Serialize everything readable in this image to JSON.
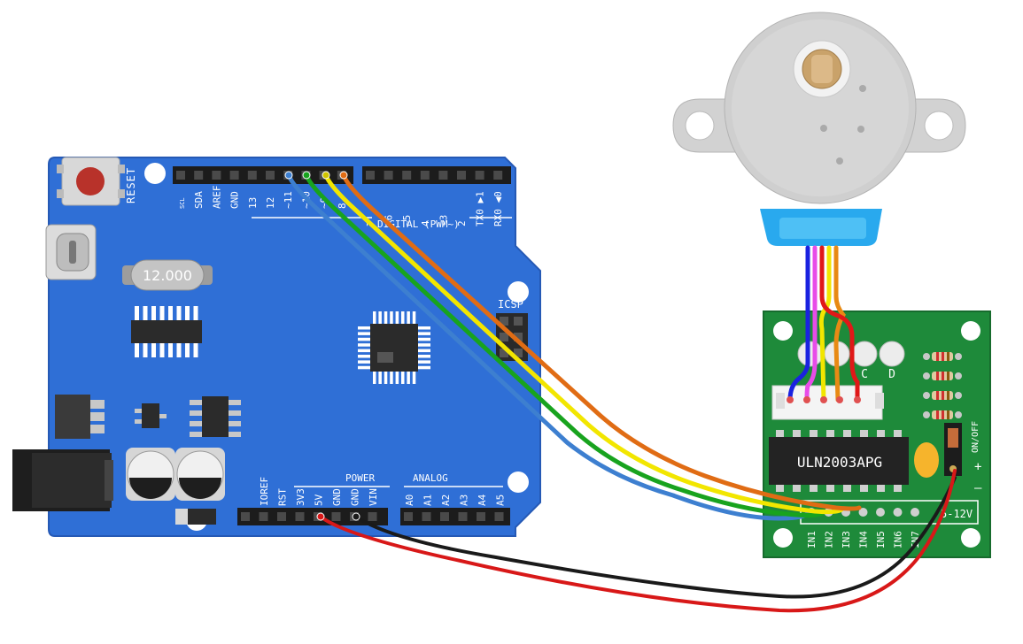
{
  "arduino": {
    "reset_label": "RESET",
    "crystal_label": "12.000",
    "icsp_label": "ICSP",
    "header_top_left": [
      "SCL",
      "SDA",
      "AREF",
      "GND",
      "13",
      "12",
      "~11",
      "~10",
      "~9",
      "8"
    ],
    "header_top_right": [
      "7",
      "~6",
      "~5",
      "4",
      "~3",
      "2",
      "TX0 ▶1",
      "RX0 ◀0"
    ],
    "digital_label": "DIGITAL (PWM~)",
    "power_label": "POWER",
    "power_pins": [
      "IOREF",
      "RST",
      "3V3",
      "5V",
      "GND",
      "GND",
      "VIN"
    ],
    "analog_label": "ANALOG",
    "analog_pins": [
      "A0",
      "A1",
      "A2",
      "A3",
      "A4",
      "A5"
    ]
  },
  "driver": {
    "chip_label": "ULN2003APG",
    "led_labels": [
      "C",
      "D"
    ],
    "input_labels": [
      "IN1",
      "IN2",
      "IN3",
      "IN4",
      "IN5",
      "IN6",
      "IN7"
    ],
    "voltage_label": "5-12V",
    "switch_label": "ON/OFF",
    "plus_label": "+",
    "minus_label": "–"
  },
  "colors": {
    "board_blue": "#2f6fd6",
    "driver_green": "#1e8a3a",
    "wire_blue": "#3d7fd0",
    "wire_green": "#18a31e",
    "wire_yellow": "#f2e600",
    "wire_orange": "#e06c14",
    "wire_red": "#e01818",
    "wire_black": "#1a1a1a",
    "motor_wire_blue": "#1a22e0",
    "motor_wire_pink": "#e84ce8"
  }
}
